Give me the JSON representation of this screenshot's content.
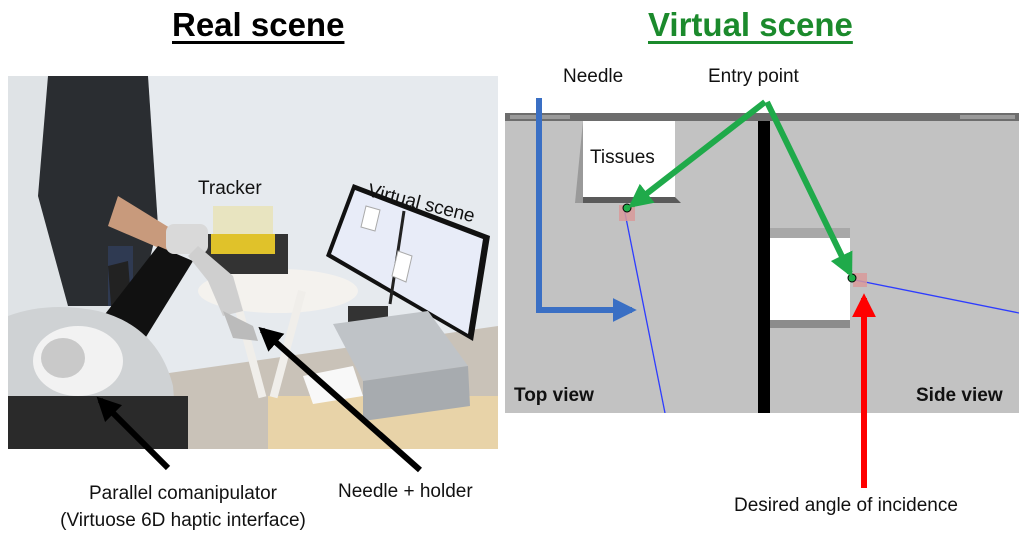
{
  "headings": {
    "real": "Real scene",
    "virtual": "Virtual scene"
  },
  "real_scene": {
    "labels": {
      "tracker": "Tracker",
      "virtual_scene": "Virtual scene",
      "parallel_line1": "Parallel comanipulator",
      "parallel_line2": "(Virtuose 6D haptic interface)",
      "needle_holder": "Needle + holder"
    }
  },
  "virtual_scene": {
    "labels": {
      "needle": "Needle",
      "entry_point": "Entry point",
      "tissues": "Tissues",
      "top_view": "Top view",
      "side_view": "Side view",
      "desired_angle": "Desired angle of incidence"
    }
  },
  "colors": {
    "real_heading": "#000000",
    "virtual_heading": "#1b8a2c",
    "needle_arrow": "#3a6fc4",
    "entry_arrow": "#1faa4a",
    "angle_arrow": "#ff0000",
    "needle_line": "#2d3cff",
    "screen_bg": "#c2c2c2"
  }
}
